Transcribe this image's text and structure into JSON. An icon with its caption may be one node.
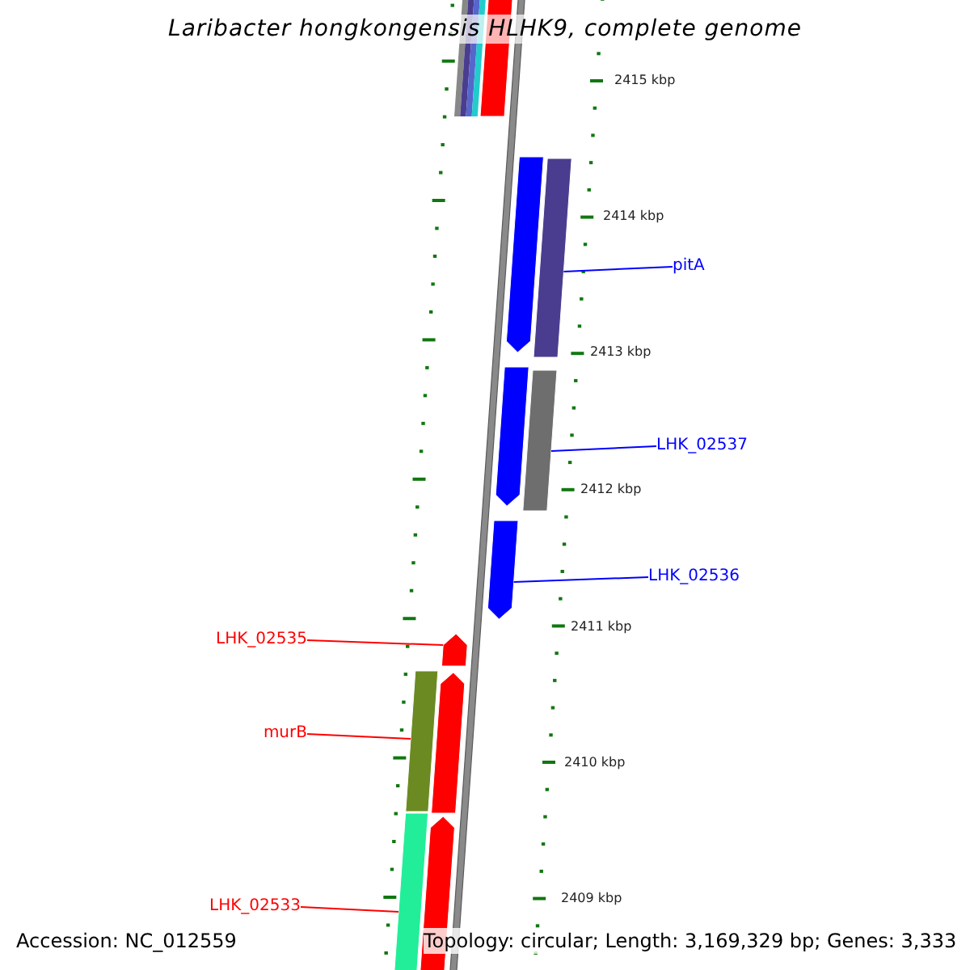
{
  "diagram": {
    "title": "Laribacter hongkongensis HLHK9, complete genome",
    "nodes": [
      {
        "text": [
          "pitA"
        ]
      },
      {
        "text": [],
        "shape": "bar"
      },
      {
        "text": [
          "LHK_02537"
        ]
      },
      {
        "text": [],
        "shape": "bar"
      },
      {
        "text": [
          "LHK_02536"
        ]
      },
      {
        "text": [],
        "shape": "bar"
      },
      {
        "text": [
          "LHK_02535"
        ]
      },
      {
        "text": [],
        "shape": "bar"
      },
      {
        "text": [
          "murB"
        ]
      },
      {
        "text": [],
        "shape": "bar"
      },
      {
        "text": [
          "LHK_02533"
        ]
      },
      {
        "text": [],
        "shape": "bar"
      }
    ],
    "edges": [
      {
        "from": 0,
        "to": 1,
        "arrow": "none",
        "color": "#0000ff"
      },
      {
        "from": 2,
        "to": 3,
        "arrow": "none",
        "color": "#0000ff"
      },
      {
        "from": 4,
        "to": 5,
        "arrow": "none",
        "color": "#0000ff"
      },
      {
        "from": 6,
        "to": 7,
        "arrow": "none",
        "color": "#ff0000"
      },
      {
        "from": 8,
        "to": 9,
        "arrow": "none",
        "color": "#ff0000"
      },
      {
        "from": 10,
        "to": 11,
        "arrow": "none",
        "color": "#ff0000"
      }
    ],
    "labels": [
      "2415 kbp",
      "2414 kbp",
      "2413 kbp",
      "2412 kbp",
      "2411 kbp",
      "2410 kbp",
      "2409 kbp",
      "Accession: NC_012559",
      "Topology: circular; Length: 3,169,329 bp; Genes: 3,333"
    ]
  }
}
